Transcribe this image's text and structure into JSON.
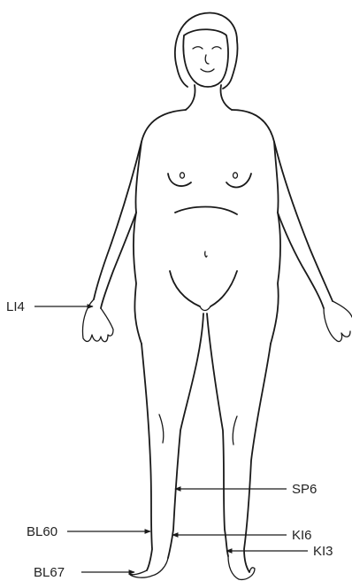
{
  "figure": {
    "points": [
      {
        "id": "li4",
        "label": "LI4"
      },
      {
        "id": "sp6",
        "label": "SP6"
      },
      {
        "id": "bl60",
        "label": "BL60"
      },
      {
        "id": "ki6",
        "label": "KI6"
      },
      {
        "id": "ki3",
        "label": "KI3"
      },
      {
        "id": "bl67",
        "label": "BL67"
      }
    ]
  }
}
